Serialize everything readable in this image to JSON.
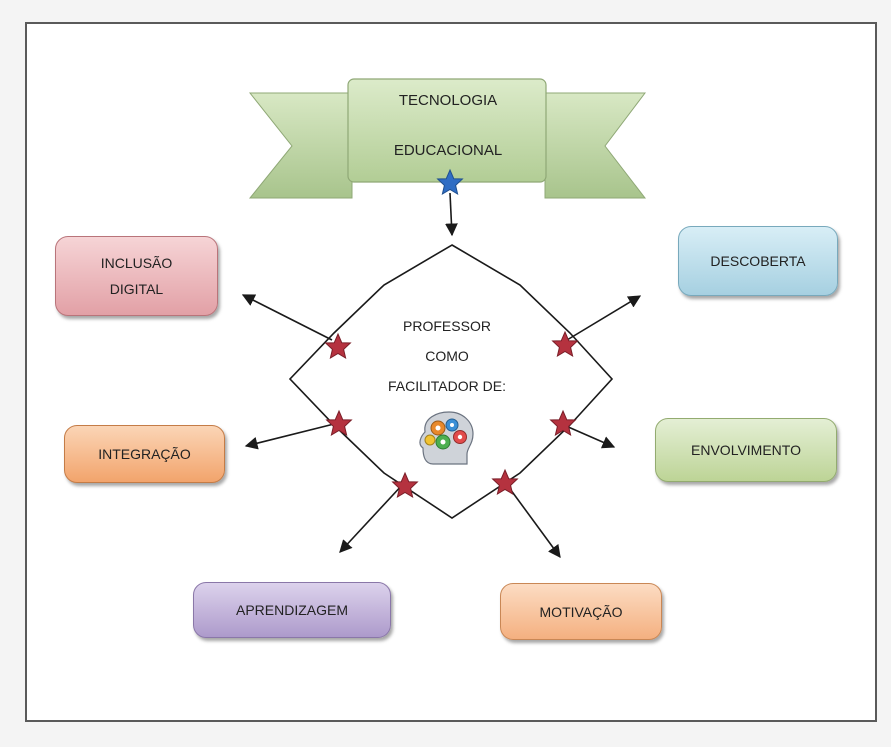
{
  "title": {
    "line1": "TECNOLOGIA",
    "line2": "EDUCACIONAL"
  },
  "center": {
    "line1": "PROFESSOR",
    "line2": "COMO",
    "line3": "FACILITADOR DE:",
    "icon": "gears-head-icon"
  },
  "nodes": {
    "inclusao": {
      "line1": "INCLUSÃO",
      "line2": "DIGITAL",
      "color": "#e6a3a8"
    },
    "descoberta": {
      "label": "DESCOBERTA",
      "color": "#a9d3e3"
    },
    "integracao": {
      "label": "INTEGRAÇÃO",
      "color": "#f4ad79"
    },
    "envolvimento": {
      "label": "ENVOLVIMENTO",
      "color": "#c3da9f"
    },
    "aprendizagem": {
      "label": "APRENDIZAGEM",
      "color": "#b3a2cf"
    },
    "motivacao": {
      "label": "MOTIVAÇÃO",
      "color": "#f7b88a"
    }
  },
  "colors": {
    "banner": "#bdd6a3",
    "banner_stroke": "#8fa876",
    "star_red": "#b5323f",
    "star_blue": "#2f6dc4",
    "line": "#1a1a1a"
  }
}
